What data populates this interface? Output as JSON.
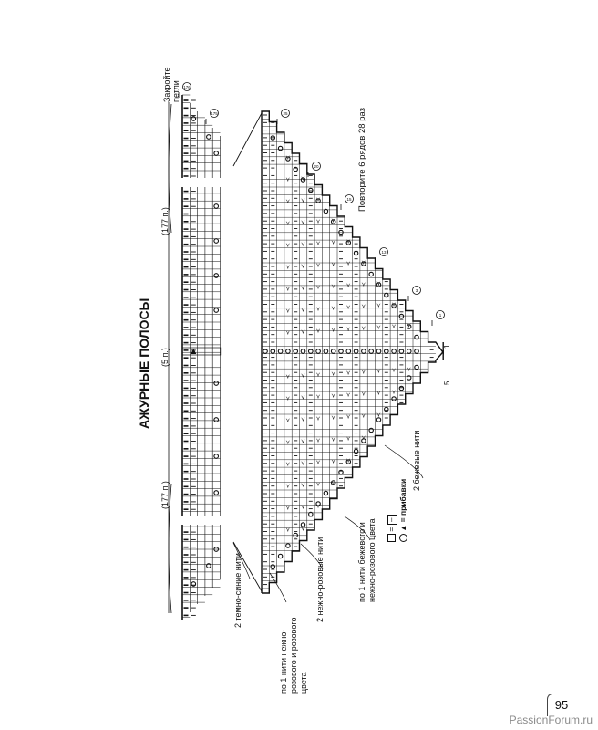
{
  "title": "АЖУРНЫЕ ПОЛОСЫ",
  "page_number": "95",
  "watermark": "PassionForum.ru",
  "labels": {
    "close_loops": "Закройте петли",
    "repeat": "Повторите 6 рядов 28 раз",
    "count_177": "(177 п.)",
    "count_5": "(5 п.)",
    "col_1": "1",
    "col_5": "5"
  },
  "row_markers": [
    "1",
    "3",
    "13",
    "15",
    "20",
    "25",
    "175",
    "176"
  ],
  "yarn_notes": [
    "2 темно-синие нити",
    "по 1 нити нежно-розового и розового цвета",
    "2 нежно-розовые нити",
    "по 1 нити бежевого и нежно-розового цвета",
    "2 бежевые нити"
  ],
  "legend": {
    "purl_symbol": "–",
    "purl_eq": "=",
    "increase_text": "= прибавки"
  }
}
